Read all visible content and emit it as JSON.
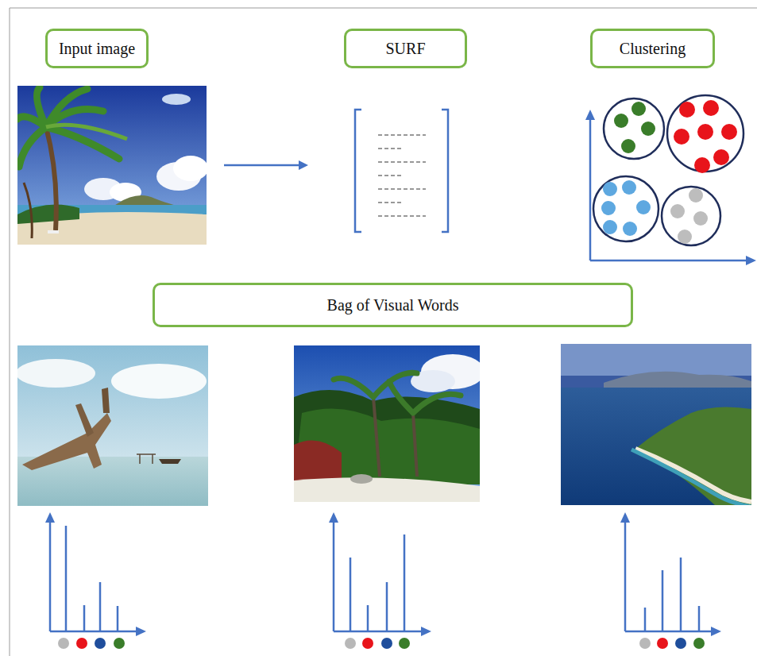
{
  "diagram": {
    "nodes": [
      {
        "text": [
          "Input image"
        ]
      },
      {
        "text": [
          "SURF"
        ]
      },
      {
        "text": [
          "Clustering"
        ]
      },
      {
        "text": [
          "Bag of Visual Words"
        ]
      }
    ]
  }
}
